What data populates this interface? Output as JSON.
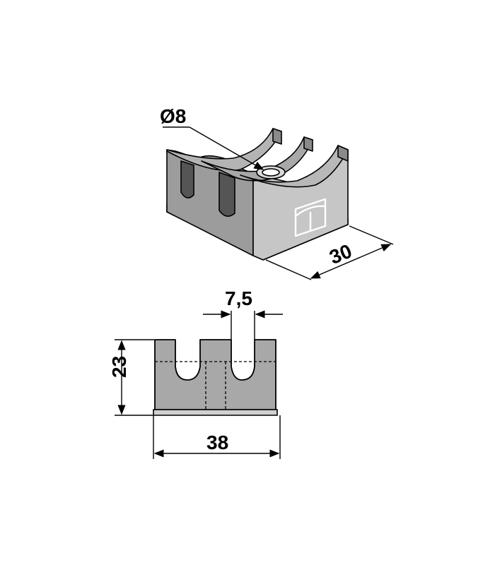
{
  "diagram": {
    "labels": {
      "hole_diameter": "Ø8",
      "depth": "30",
      "slot_width": "7,5",
      "height": "23",
      "width": "38"
    },
    "colors": {
      "part_light": "#c8c8c8",
      "part_mid": "#a6a6a6",
      "part_dark": "#7c7c7c",
      "slot_shadow": "#5a5a5a",
      "outline": "#000000"
    },
    "icons": {
      "brand_mark": "logo-icon"
    }
  }
}
